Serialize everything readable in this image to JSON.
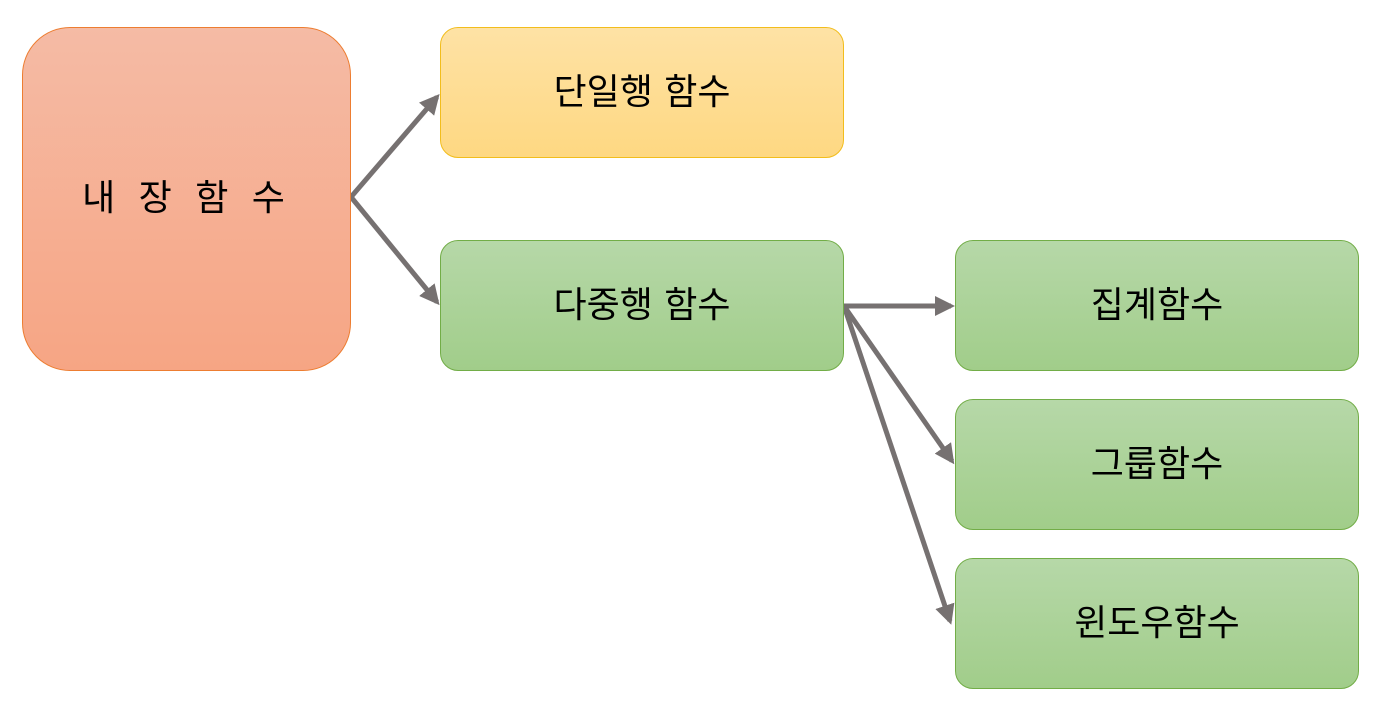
{
  "diagram": {
    "root": {
      "label": "내 장 함 수",
      "color": "#f6a584"
    },
    "single_row": {
      "label": "단일행 함수",
      "color": "#fed882"
    },
    "multi_row": {
      "label": "다중행 함수",
      "color": "#a1cd8a"
    },
    "aggregate": {
      "label": "집계함수",
      "color": "#a1cd8a"
    },
    "group": {
      "label": "그룹함수",
      "color": "#a1cd8a"
    },
    "window": {
      "label": "윈도우함수",
      "color": "#a1cd8a"
    },
    "connector_color": "#767171",
    "edges": [
      {
        "from": "내 장 함 수",
        "to": "단일행 함수"
      },
      {
        "from": "내 장 함 수",
        "to": "다중행 함수"
      },
      {
        "from": "다중행 함수",
        "to": "집계함수"
      },
      {
        "from": "다중행 함수",
        "to": "그룹함수"
      },
      {
        "from": "다중행 함수",
        "to": "윈도우함수"
      }
    ]
  }
}
